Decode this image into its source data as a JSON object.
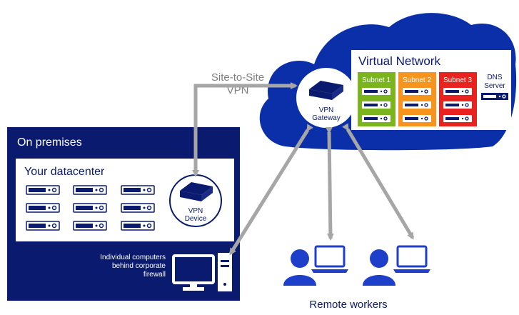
{
  "labels": {
    "site_to_site_line1": "Site-to-Site",
    "site_to_site_line2": "VPN",
    "virtual_network": "Virtual Network",
    "subnet1": "Subnet 1",
    "subnet2": "Subnet 2",
    "subnet3": "Subnet 3",
    "dns_line1": "DNS",
    "dns_line2": "Server",
    "vpn_gateway_line1": "VPN",
    "vpn_gateway_line2": "Gateway",
    "on_premises": "On premises",
    "your_datacenter": "Your datacenter",
    "vpn_device_line1": "VPN",
    "vpn_device_line2": "Device",
    "individual_line1": "Individual computers",
    "individual_line2": "behind corporate",
    "individual_line3": "firewall",
    "remote_workers": "Remote workers"
  },
  "colors": {
    "navy": "#0a1a6e",
    "cloud_blue": "#0b2fa8",
    "arrow_gray": "#a6a6a6",
    "subnet1": "#7ab51d",
    "subnet2": "#f7941d",
    "subnet3": "#e8231f",
    "person_blue": "#1e3fc9",
    "label_gray": "#7f7f7f"
  }
}
